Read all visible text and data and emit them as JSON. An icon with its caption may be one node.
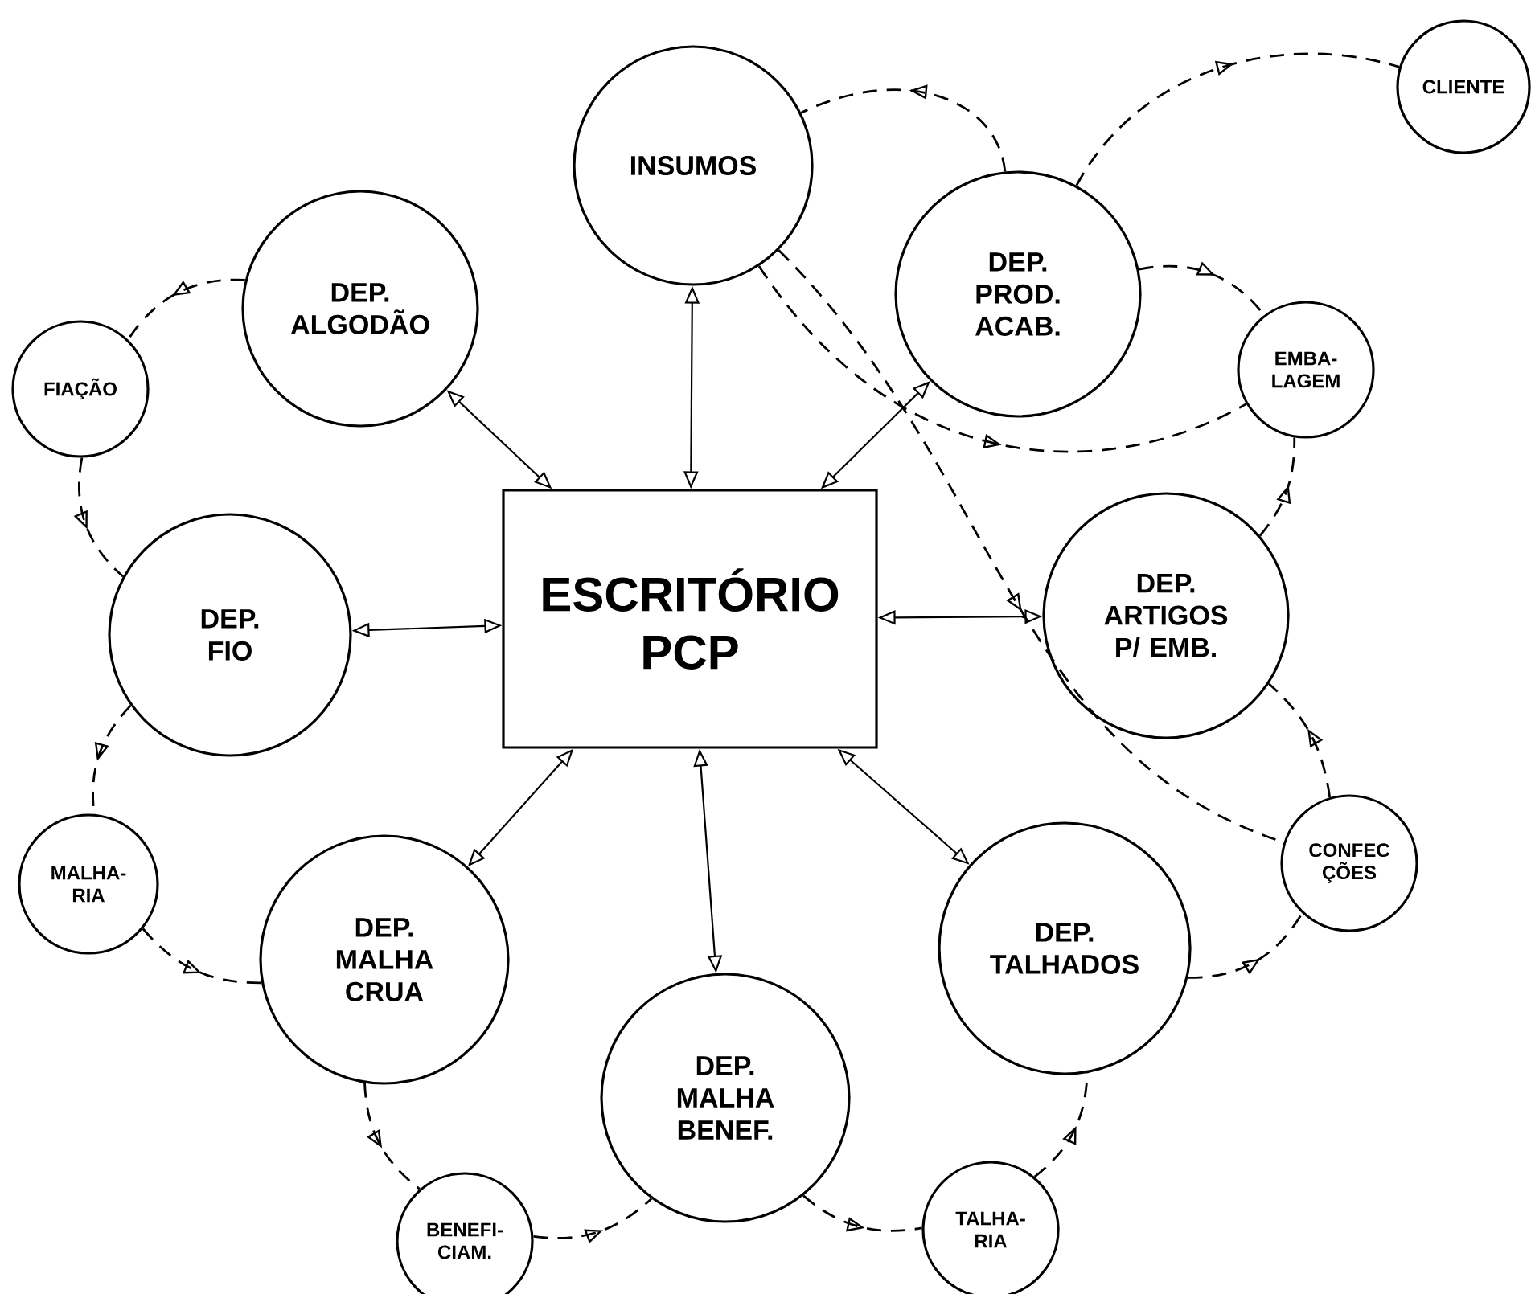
{
  "diagram": {
    "nodes": [
      {
        "text": [
          "ESCRITÓRIO PCP"
        ]
      },
      {
        "text": [
          "INSUMOS"
        ]
      },
      {
        "text": [
          "DEP. ALGODÃO"
        ]
      },
      {
        "text": [
          "FIAÇÃO"
        ]
      },
      {
        "text": [
          "DEP. FIO"
        ]
      },
      {
        "text": [
          "MALHA- RIA"
        ]
      },
      {
        "text": [
          "DEP. MALHA CRUA"
        ]
      },
      {
        "text": [
          "BENEFI- CIAM."
        ]
      },
      {
        "text": [
          "DEP. MALHA BENEF."
        ]
      },
      {
        "text": [
          "TALHA- RIA"
        ]
      },
      {
        "text": [
          "DEP. TALHADOS"
        ]
      },
      {
        "text": [
          "CONFEC ÇÕES"
        ]
      },
      {
        "text": [
          "DEP. ARTIGOS P/ EMB."
        ]
      },
      {
        "text": [
          "EMBA- LAGEM"
        ]
      },
      {
        "text": [
          "DEP. PROD. ACAB."
        ]
      },
      {
        "text": [
          "CLIENTE"
        ]
      }
    ],
    "edges": [
      {
        "from": 0,
        "to": 1,
        "arrow": "both"
      },
      {
        "from": 0,
        "to": 2,
        "arrow": "both"
      },
      {
        "from": 0,
        "to": 4,
        "arrow": "both"
      },
      {
        "from": 0,
        "to": 6,
        "arrow": "both"
      },
      {
        "from": 0,
        "to": 8,
        "arrow": "both"
      },
      {
        "from": 0,
        "to": 10,
        "arrow": "both"
      },
      {
        "from": 0,
        "to": 12,
        "arrow": "both"
      },
      {
        "from": 0,
        "to": 14,
        "arrow": "both"
      },
      {
        "from": 2,
        "to": 3,
        "arrow": "to",
        "style": "dashed"
      },
      {
        "from": 3,
        "to": 4,
        "arrow": "to",
        "style": "dashed"
      },
      {
        "from": 4,
        "to": 5,
        "arrow": "to",
        "style": "dashed"
      },
      {
        "from": 5,
        "to": 6,
        "arrow": "to",
        "style": "dashed"
      },
      {
        "from": 6,
        "to": 7,
        "arrow": "to",
        "style": "dashed"
      },
      {
        "from": 7,
        "to": 8,
        "arrow": "to",
        "style": "dashed"
      },
      {
        "from": 8,
        "to": 9,
        "arrow": "to",
        "style": "dashed"
      },
      {
        "from": 9,
        "to": 10,
        "arrow": "to",
        "style": "dashed"
      },
      {
        "from": 10,
        "to": 11,
        "arrow": "to",
        "style": "dashed"
      },
      {
        "from": 11,
        "to": 12,
        "arrow": "to",
        "style": "dashed"
      },
      {
        "from": 12,
        "to": 13,
        "arrow": "to",
        "style": "dashed"
      },
      {
        "from": 14,
        "to": 13,
        "arrow": "to",
        "style": "dashed"
      },
      {
        "from": 14,
        "to": 1,
        "arrow": "to",
        "style": "dashed"
      },
      {
        "from": 14,
        "to": 15,
        "arrow": "to",
        "style": "dashed"
      },
      {
        "from": 1,
        "to": 13,
        "arrow": "to",
        "style": "dashed"
      },
      {
        "from": 1,
        "to": 11,
        "arrow": "to",
        "style": "dashed"
      }
    ]
  }
}
